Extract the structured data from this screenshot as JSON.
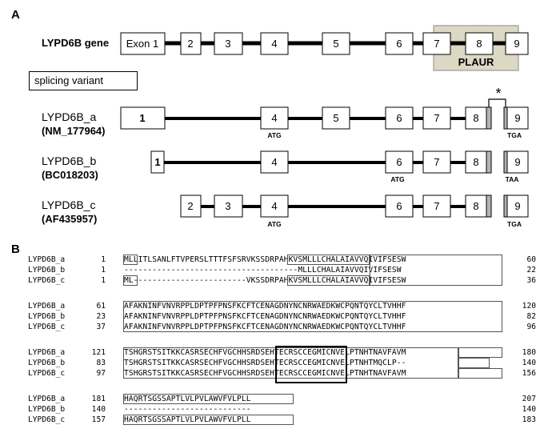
{
  "panels": {
    "a": "A",
    "b": "B"
  },
  "gene": {
    "name": "LYPD6B gene",
    "exon1_label": "Exon 1",
    "exon_labels": [
      "2",
      "3",
      "4",
      "5",
      "6",
      "7",
      "8",
      "9"
    ],
    "domain_label": "PLAUR"
  },
  "splicing_label": "splicing variant",
  "variants": [
    {
      "name": "LYPD6B_a",
      "accession": "(NM_177964)",
      "exons": [
        "1",
        "4",
        "5",
        "6",
        "7",
        "8",
        "9"
      ],
      "start_codon": "ATG",
      "stop_codon": "TGA"
    },
    {
      "name": "LYPD6B_b",
      "accession": "(BC018203)",
      "exons": [
        "1",
        "4",
        "6",
        "7",
        "8",
        "9"
      ],
      "start_codon": "ATG",
      "stop_codon": "TAA"
    },
    {
      "name": "LYPD6B_c",
      "accession": "(AF435957)",
      "exons": [
        "2",
        "3",
        "4",
        "6",
        "7",
        "8",
        "9"
      ],
      "start_codon": "ATG",
      "stop_codon": "TGA"
    }
  ],
  "asterisk": "*",
  "colors": {
    "plaur_fill": "#ddd8c4",
    "exon8_insert": "#b5b5b5"
  },
  "alignment_blocks": [
    [
      {
        "name": "LYPD6B_a",
        "start": "1",
        "seq": "MLLITLSANLFTVPERSLTTTFSFSRVKSSDRPAHKVSMLLLCHALAIAVVQIVIFSESW",
        "end": "60"
      },
      {
        "name": "LYPD6B_b",
        "start": "1",
        "seq": "-------------------------------------MLLLCHALAIAVVQIVIFSESW",
        "end": "22"
      },
      {
        "name": "LYPD6B_c",
        "start": "1",
        "seq": "ML------------------------VKSSDRPAHKVSMLLLCHALAIAVVQIVIFSESW",
        "end": "36"
      }
    ],
    [
      {
        "name": "LYPD6B_a",
        "start": "61",
        "seq": "AFAKNINFVNVRPPLDPTPFPNSFKCFTCENAGDNYNCNRWAEDKWCPQNTQYCLTVHHF",
        "end": "120"
      },
      {
        "name": "LYPD6B_b",
        "start": "23",
        "seq": "AFAKNINFVNVRPPLDPTPFPNSFKCFTCENAGDNYNCNRWAEDKWCPQNTQYCLTVHHF",
        "end": "82"
      },
      {
        "name": "LYPD6B_c",
        "start": "37",
        "seq": "AFAKNINFVNVRPPLDPTPFPNSFKCFTCENAGDNYNCNRWAEDKWCPQNTQYCLTVHHF",
        "end": "96"
      }
    ],
    [
      {
        "name": "LYPD6B_a",
        "start": "121",
        "seq": "TSHGRSTSITKKCASRSECHFVGCHHSRDSEHTECRSCCEGMICNVELPTNHTNAVFAVM",
        "end": "180"
      },
      {
        "name": "LYPD6B_b",
        "start": "83",
        "seq": "TSHGRSTSITKKCASRSECHFVGCHHSRDSEHTECRSCCEGMICNVELPTNHTMQCLP--",
        "end": "140"
      },
      {
        "name": "LYPD6B_c",
        "start": "97",
        "seq": "TSHGRSTSITKKCASRSECHFVGCHHSRDSEHTECRSCCEGMICNVELPTNHTNAVFAVM",
        "end": "156"
      }
    ],
    [
      {
        "name": "LYPD6B_a",
        "start": "181",
        "seq": "HAQRTSGSSAPTLVLPVLAWVFVLPLL",
        "end": "207"
      },
      {
        "name": "LYPD6B_b",
        "start": "140",
        "seq": "---------------------------",
        "end": "140"
      },
      {
        "name": "LYPD6B_c",
        "start": "157",
        "seq": "HAQRTSGSSAPTLVLPVLAWVFVLPLL",
        "end": "183"
      }
    ]
  ]
}
